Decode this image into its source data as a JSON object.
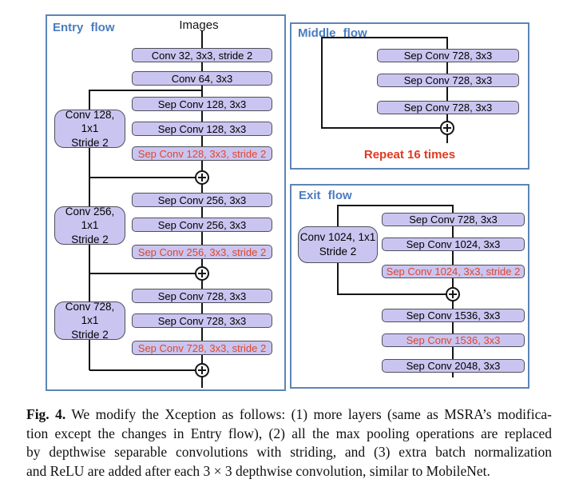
{
  "palette": {
    "panel_border": "#5d85b6",
    "flow_title_blue": "#4a7cbe",
    "box_fill": "#cac5f0",
    "box_border": "#4f4f5a",
    "red_text": "#df462c",
    "line_black": "#151515",
    "background": "#ffffff"
  },
  "icons": {
    "add": "⊕"
  },
  "entry": {
    "title": "Entry flow",
    "input_label": "Images",
    "main_blocks": [
      {
        "label": "Conv 32, 3x3, stride 2"
      },
      {
        "label": "Conv 64, 3x3"
      },
      {
        "label": "Sep Conv 128, 3x3"
      },
      {
        "label": "Sep Conv 128, 3x3"
      },
      {
        "label": "Sep Conv 128, 3x3, stride 2"
      },
      {
        "label": "Sep Conv 256, 3x3"
      },
      {
        "label": "Sep Conv 256, 3x3"
      },
      {
        "label": "Sep Conv 256, 3x3, stride 2"
      },
      {
        "label": "Sep Conv 728, 3x3"
      },
      {
        "label": "Sep Conv 728, 3x3"
      },
      {
        "label": "Sep Conv 728, 3x3, stride 2"
      }
    ],
    "skip_blocks": [
      {
        "line1": "Conv 128, 1x1",
        "line2": "Stride 2"
      },
      {
        "line1": "Conv 256, 1x1",
        "line2": "Stride 2"
      },
      {
        "line1": "Conv 728, 1x1",
        "line2": "Stride 2"
      }
    ]
  },
  "middle": {
    "title": "Middle flow",
    "main_blocks": [
      {
        "label": "Sep Conv 728, 3x3"
      },
      {
        "label": "Sep Conv 728, 3x3"
      },
      {
        "label": "Sep Conv 728, 3x3"
      }
    ],
    "note": "Repeat 16 times"
  },
  "exit": {
    "title": "Exit flow",
    "skip_block": {
      "line1": "Conv 1024, 1x1",
      "line2": "Stride 2"
    },
    "main_blocks": [
      {
        "label": "Sep Conv 728, 3x3"
      },
      {
        "label": "Sep Conv 1024, 3x3"
      },
      {
        "label": "Sep Conv 1024, 3x3, stride 2"
      },
      {
        "label": "Sep Conv 1536, 3x3"
      },
      {
        "label": "Sep Conv 1536, 3x3"
      },
      {
        "label": "Sep Conv 2048, 3x3"
      }
    ]
  },
  "caption": {
    "tag": "Fig. 4.",
    "line1": "We modify the Xception as follows: (1) more layers (same as MSRA’s modifica-",
    "line2": "tion except the changes in Entry flow), (2) all the max pooling operations are replaced",
    "line3": "by depthwise separable convolutions with striding, and (3) extra batch normalization",
    "line4": "and ReLU are added after each 3 × 3 depthwise convolution, similar to MobileNet."
  }
}
